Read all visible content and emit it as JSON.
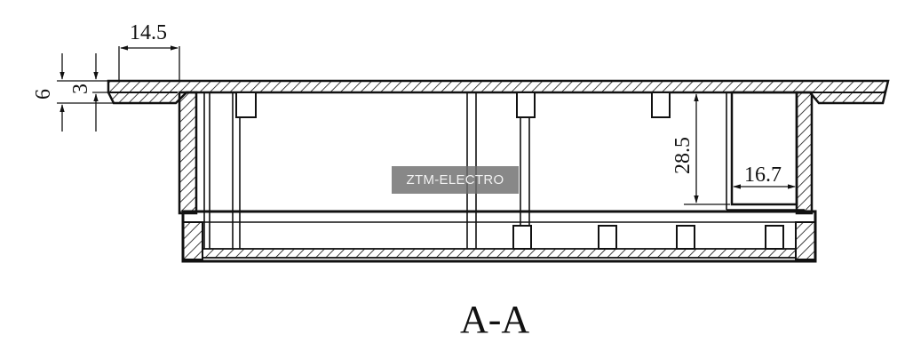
{
  "drawing": {
    "section_label": "A-A",
    "dimensions": {
      "flange_width": "14.5",
      "overall_thickness": "6",
      "wall_thickness": "3",
      "inner_height": "28.5",
      "pocket_width": "16.7"
    },
    "watermark": "ZTM-ELECTRO",
    "line_color": "#111111",
    "watermark_bg": "#6e6e6e"
  }
}
